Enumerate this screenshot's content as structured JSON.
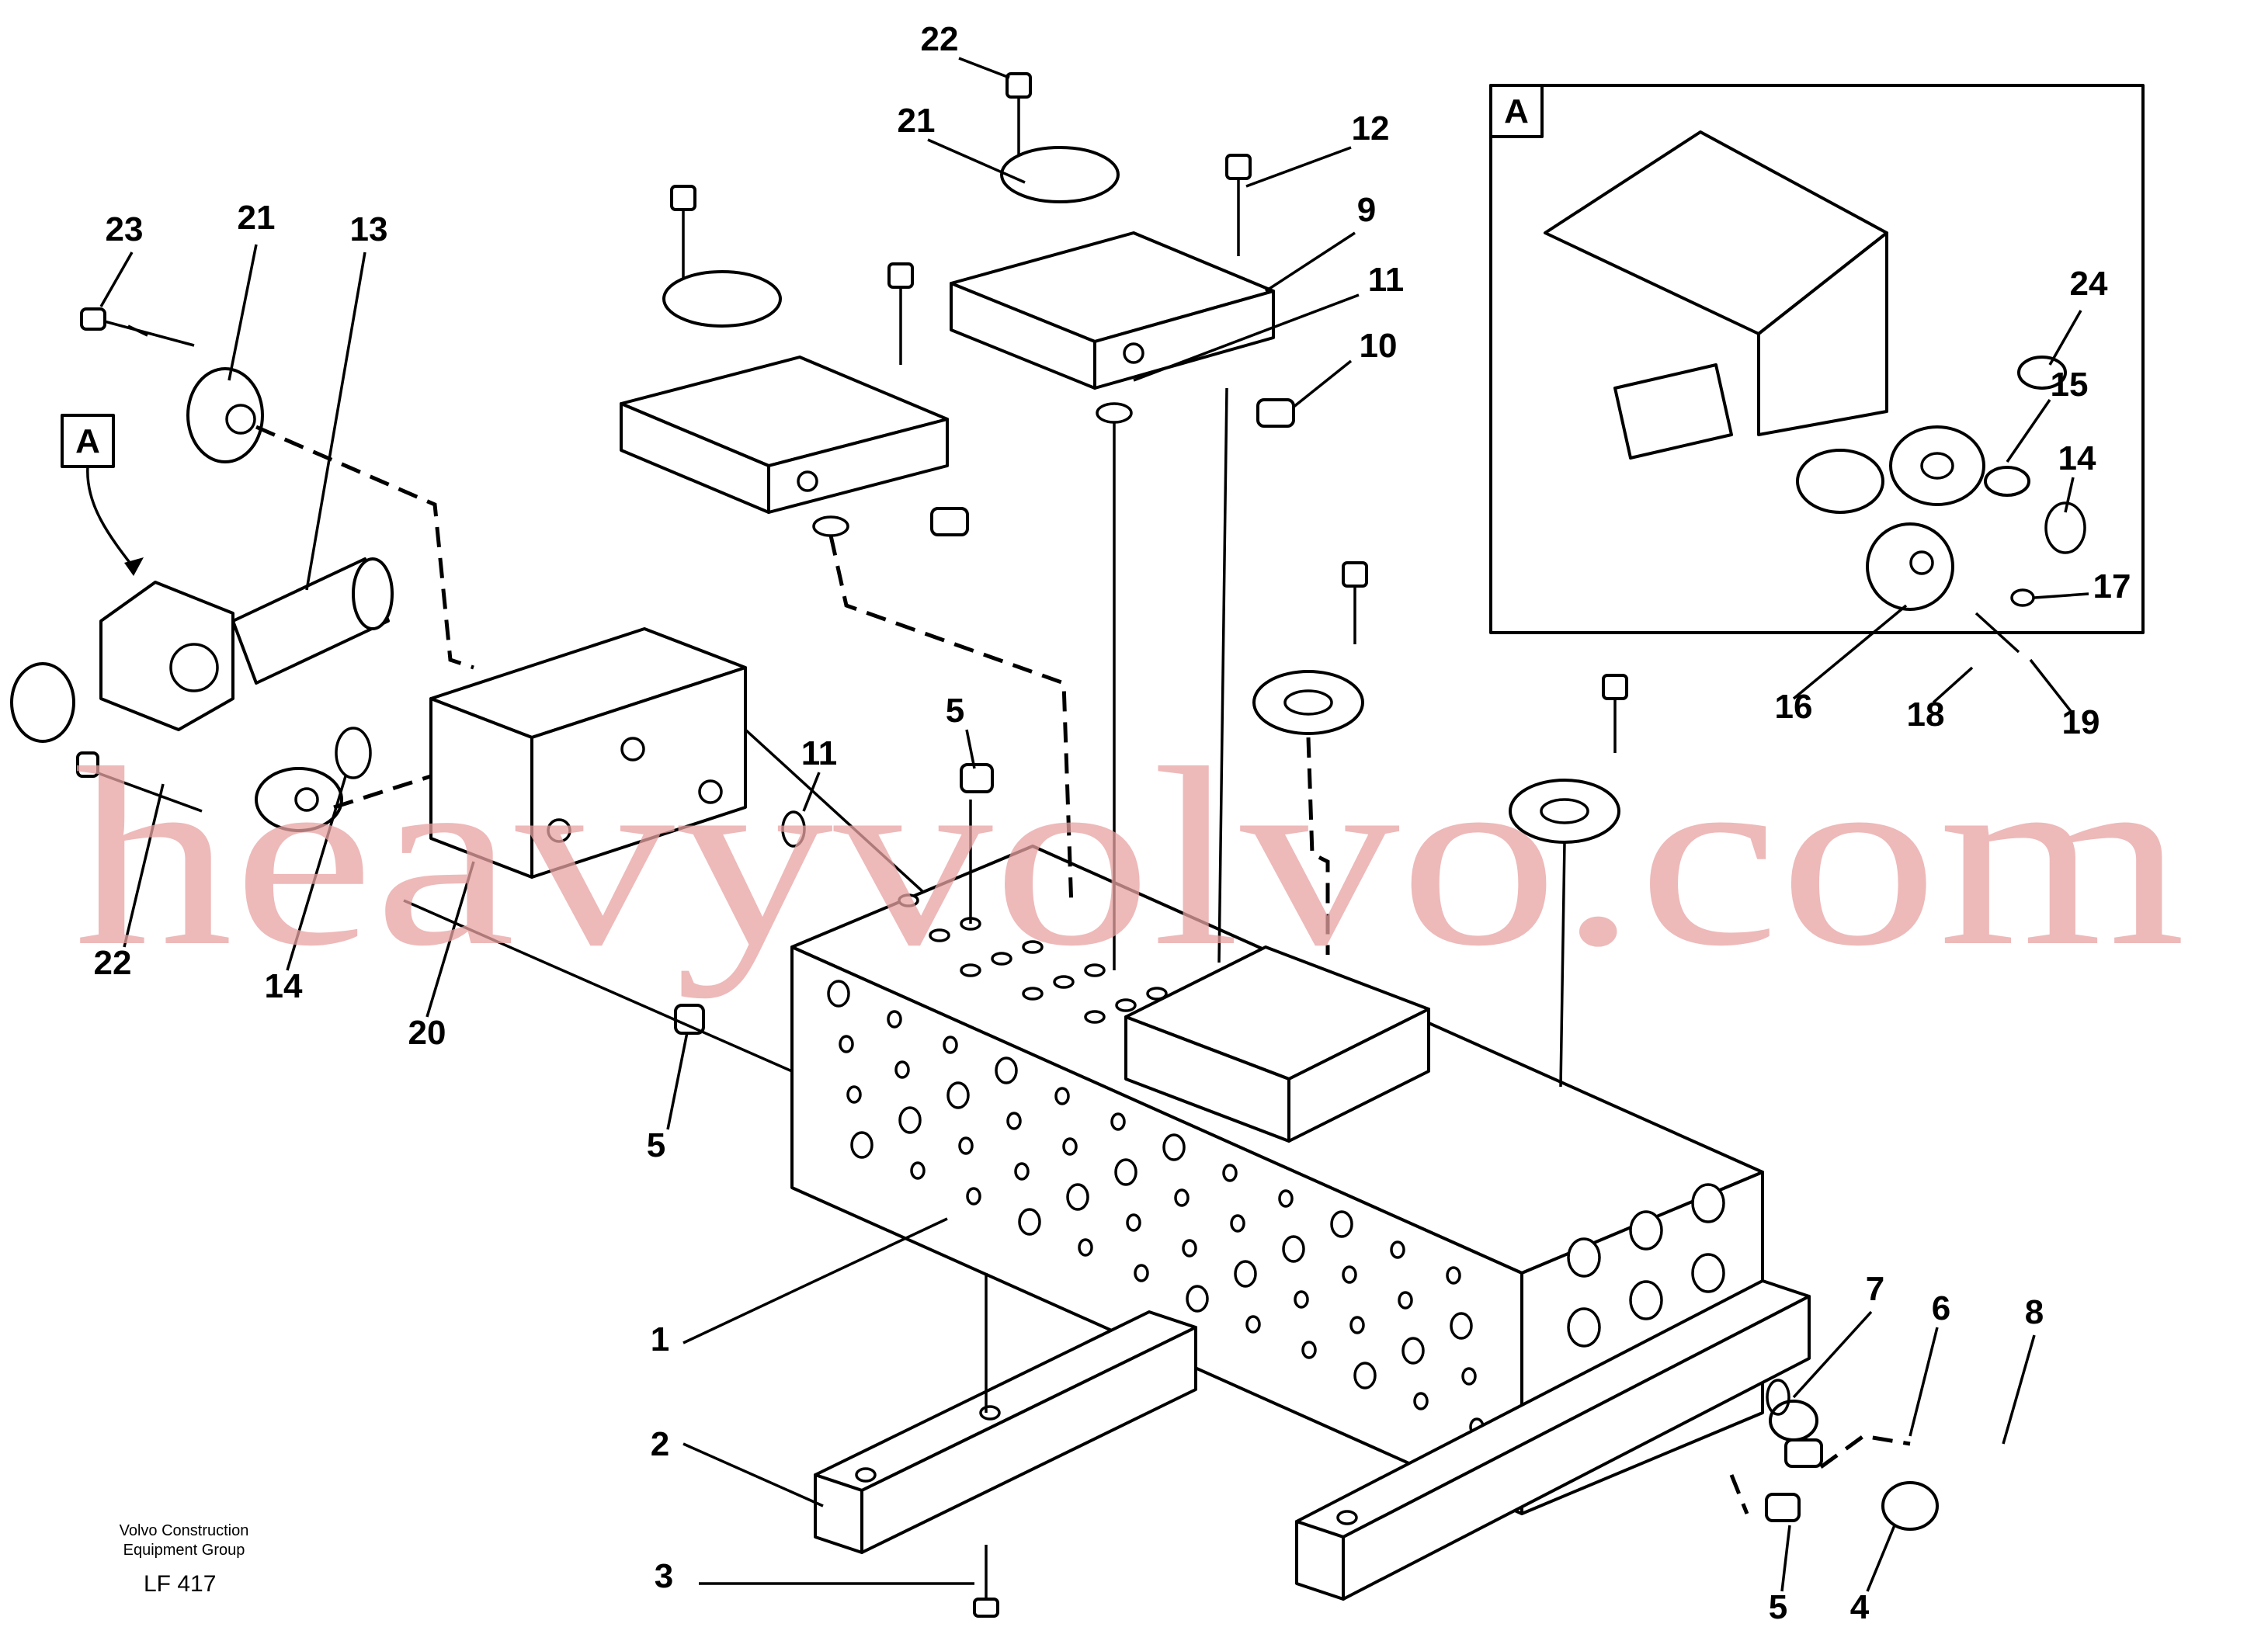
{
  "diagram": {
    "detail_view_label": "A",
    "main_view_label": "A",
    "callouts": [
      "1",
      "2",
      "3",
      "4",
      "5",
      "5",
      "5",
      "6",
      "7",
      "8",
      "9",
      "10",
      "11",
      "11",
      "12",
      "13",
      "14",
      "14",
      "15",
      "16",
      "17",
      "18",
      "19",
      "20",
      "21",
      "21",
      "22",
      "22",
      "23",
      "24"
    ]
  },
  "watermark": "heavyvolvo.com",
  "footer": {
    "company_line1": "Volvo Construction",
    "company_line2": "Equipment Group",
    "code": "LF 417"
  }
}
